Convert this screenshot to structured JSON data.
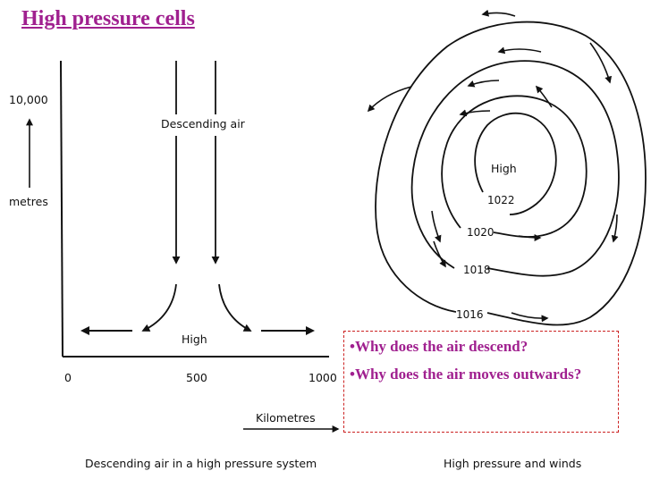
{
  "title": "High pressure cells",
  "left_diagram": {
    "y_top_label": "10,000",
    "y_unit_label": "metres",
    "descending_label": "Descending air",
    "high_label": "High",
    "x_ticks": [
      "0",
      "500",
      "1000"
    ],
    "x_unit_label": "Kilometres",
    "caption": "Descending air in a high pressure system"
  },
  "right_diagram": {
    "high_label": "High",
    "isobars": [
      "1022",
      "1020",
      "1018",
      "1016"
    ],
    "caption": "High pressure and winds"
  },
  "questions": [
    "Why does the air descend?",
    "Why does the air moves outwards?"
  ],
  "colors": {
    "title": "#a0208f",
    "question_text": "#a0208f",
    "question_border": "#cc2222"
  }
}
